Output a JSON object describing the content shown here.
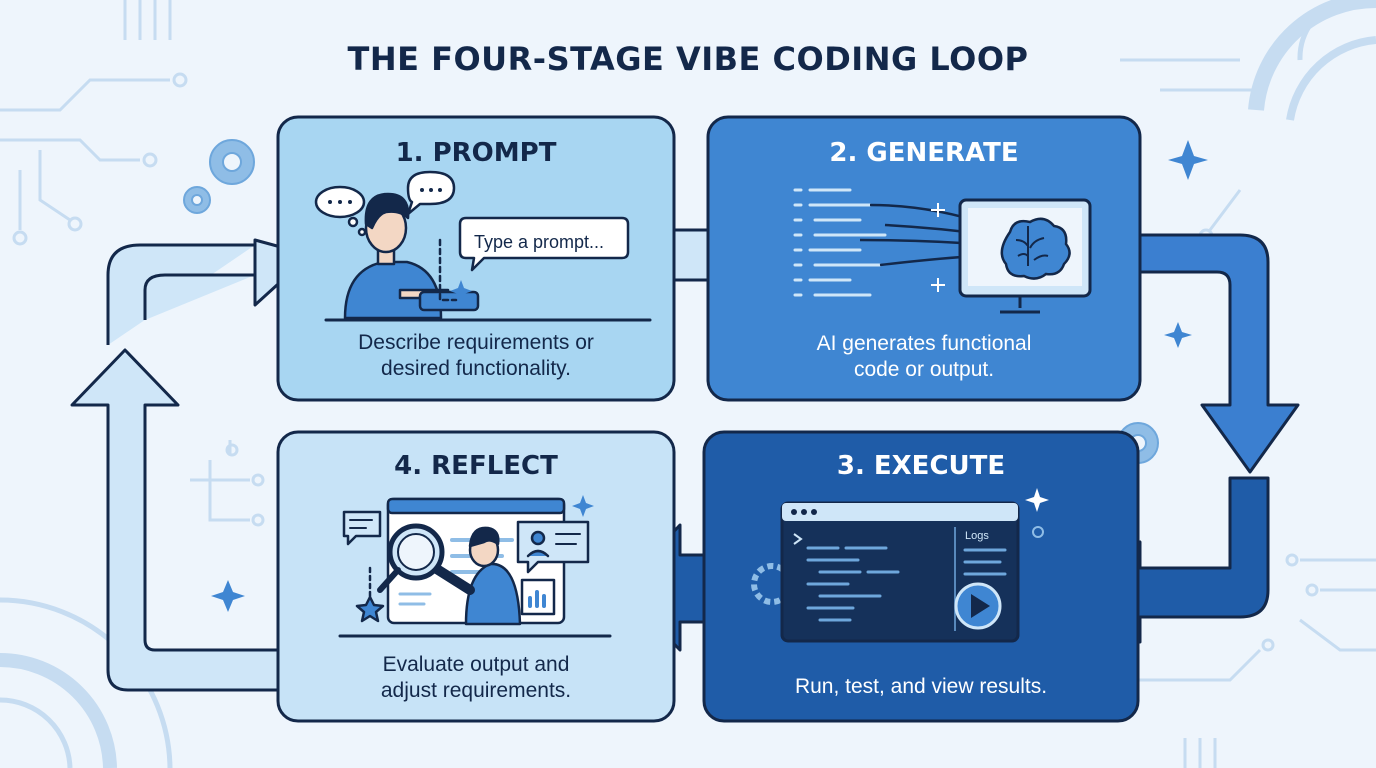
{
  "title": "THE FOUR-STAGE VIBE CODING LOOP",
  "colors": {
    "background": "#eef5fc",
    "outline": "#13284a",
    "prompt_fill": "#a8d6f2",
    "generate_fill": "#3f86d2",
    "execute_fill": "#1f5ca8",
    "reflect_fill": "#c7e3f7",
    "arrow_light": "#cfe6f8",
    "arrow_mid": "#3b7fd0",
    "arrow_dark": "#1f5ca8",
    "terminal": "#15315a"
  },
  "stages": [
    {
      "id": "prompt",
      "title": "1. PROMPT",
      "description": [
        "Describe requirements or",
        "desired functionality."
      ],
      "icon": "person-typing-prompt-icon",
      "prompt_bubble": "Type a prompt..."
    },
    {
      "id": "generate",
      "title": "2. GENERATE",
      "description": [
        "AI generates functional",
        "code or output."
      ],
      "icon": "code-to-brain-monitor-icon"
    },
    {
      "id": "execute",
      "title": "3. EXECUTE",
      "description": [
        "Run, test, and view results."
      ],
      "icon": "terminal-play-icon",
      "terminal_panel_label": "Logs"
    },
    {
      "id": "reflect",
      "title": "4. REFLECT",
      "description": [
        "Evaluate output and",
        "adjust requirements."
      ],
      "icon": "person-magnifier-review-icon"
    }
  ]
}
